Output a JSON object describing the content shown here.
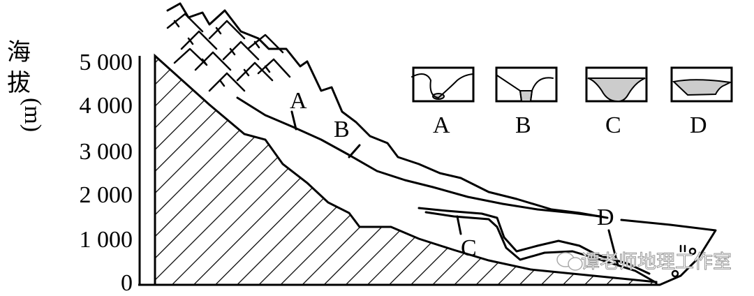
{
  "axis": {
    "label_chars": [
      "海",
      "拔",
      "(m)"
    ],
    "ticks": [
      "5 000",
      "4 000",
      "3 000",
      "2 000",
      "1 000",
      "0"
    ]
  },
  "profile_labels": [
    "A",
    "B",
    "C",
    "D"
  ],
  "insets": [
    {
      "label": "A"
    },
    {
      "label": "B"
    },
    {
      "label": "C"
    },
    {
      "label": "D"
    }
  ],
  "colors": {
    "ice_fill": "#cccccc",
    "line": "#000000"
  },
  "watermark": "谭老师地理工作室"
}
